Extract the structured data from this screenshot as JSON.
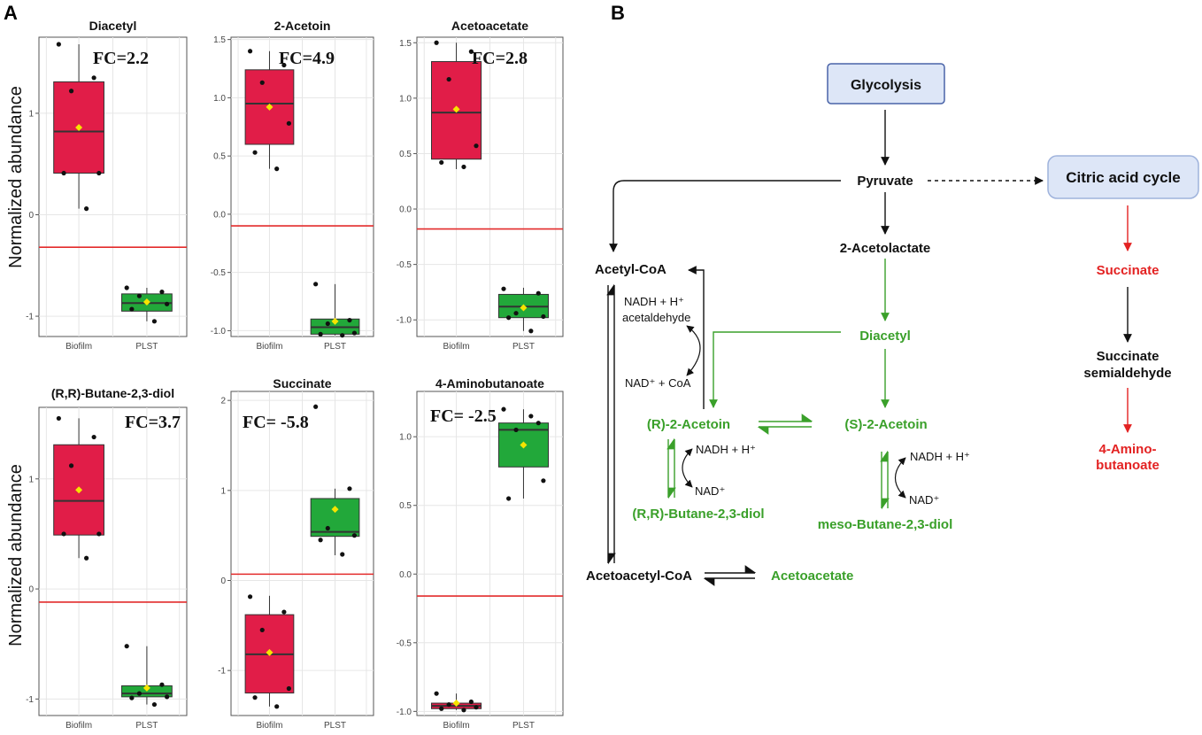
{
  "panel_labels": {
    "a": "A",
    "b": "B"
  },
  "y_axis_label": "Normalized abundance",
  "colors": {
    "biofilm": "#e11d48",
    "plst": "#22a83a",
    "threshold": "#e32b2b",
    "mean": "#f5e400",
    "pathway_black": "#111111",
    "pathway_green": "#3aa02a",
    "pathway_red": "#e32222",
    "box_fill": "#dde6f7",
    "box_stroke": "#4a64a8"
  },
  "chart_data": [
    {
      "type": "box",
      "title": "Diacetyl",
      "fc": "FC=2.2",
      "ylim": [
        -1.2,
        1.75
      ],
      "yticks": [
        -1,
        0,
        1
      ],
      "yticklabels": [
        "-1",
        "0",
        "1"
      ],
      "threshold": -0.32,
      "categories": [
        "Biofilm",
        "PLST"
      ],
      "boxes": [
        {
          "name": "Biofilm",
          "q1": 0.41,
          "median": 0.82,
          "q3": 1.31,
          "whisker_low": 0.06,
          "whisker_high": 1.68,
          "mean": 0.86,
          "points": [
            1.68,
            1.35,
            1.22,
            0.41,
            0.41,
            0.06
          ]
        },
        {
          "name": "PLST",
          "q1": -0.95,
          "median": -0.87,
          "q3": -0.78,
          "whisker_low": -1.05,
          "whisker_high": -0.72,
          "mean": -0.86,
          "points": [
            -0.72,
            -0.76,
            -0.8,
            -0.88,
            -0.93,
            -1.05
          ]
        }
      ]
    },
    {
      "type": "box",
      "title": "2-Acetoin",
      "fc": "FC=4.9",
      "ylim": [
        -1.05,
        1.52
      ],
      "yticks": [
        1.5,
        1.0,
        0.5,
        0.0,
        -0.5,
        -1.0
      ],
      "yticklabels": [
        "1.5",
        "1.0",
        "0.5",
        "0.0",
        "-0.5",
        "-1.0"
      ],
      "threshold": -0.1,
      "categories": [
        "Biofilm",
        "PLST"
      ],
      "boxes": [
        {
          "name": "Biofilm",
          "q1": 0.6,
          "median": 0.95,
          "q3": 1.24,
          "whisker_low": 0.39,
          "whisker_high": 1.4,
          "mean": 0.92,
          "points": [
            1.4,
            1.28,
            1.13,
            0.78,
            0.53,
            0.39
          ]
        },
        {
          "name": "PLST",
          "q1": -1.03,
          "median": -0.97,
          "q3": -0.9,
          "whisker_low": -1.04,
          "whisker_high": -0.6,
          "mean": -0.92,
          "points": [
            -0.6,
            -0.91,
            -0.94,
            -1.02,
            -1.03,
            -1.04
          ]
        }
      ]
    },
    {
      "type": "box",
      "title": "Acetoacetate",
      "fc": "FC=2.8",
      "ylim": [
        -1.15,
        1.55
      ],
      "yticks": [
        1.5,
        1.0,
        0.5,
        0.0,
        -0.5,
        -1.0
      ],
      "yticklabels": [
        "1.5",
        "1.0",
        "0.5",
        "0.0",
        "-0.5",
        "-1.0"
      ],
      "threshold": -0.18,
      "categories": [
        "Biofilm",
        "PLST"
      ],
      "boxes": [
        {
          "name": "Biofilm",
          "q1": 0.45,
          "median": 0.87,
          "q3": 1.33,
          "whisker_low": 0.36,
          "whisker_high": 1.5,
          "mean": 0.9,
          "points": [
            1.5,
            1.42,
            1.17,
            0.57,
            0.42,
            0.38
          ]
        },
        {
          "name": "PLST",
          "q1": -0.98,
          "median": -0.88,
          "q3": -0.77,
          "whisker_low": -1.1,
          "whisker_high": -0.71,
          "mean": -0.89,
          "points": [
            -0.72,
            -0.76,
            -0.94,
            -0.97,
            -0.98,
            -1.1
          ]
        }
      ]
    },
    {
      "type": "box",
      "title": "(R,R)-Butane-2,3-diol",
      "fc": "FC=3.7",
      "ylim": [
        -1.15,
        1.65
      ],
      "yticks": [
        -1,
        0,
        1
      ],
      "yticklabels": [
        "-1",
        "0",
        "1"
      ],
      "threshold": -0.12,
      "categories": [
        "Biofilm",
        "PLST"
      ],
      "boxes": [
        {
          "name": "Biofilm",
          "q1": 0.49,
          "median": 0.8,
          "q3": 1.31,
          "whisker_low": 0.28,
          "whisker_high": 1.55,
          "mean": 0.9,
          "points": [
            1.55,
            1.38,
            1.12,
            0.5,
            0.5,
            0.28
          ]
        },
        {
          "name": "PLST",
          "q1": -0.98,
          "median": -0.95,
          "q3": -0.88,
          "whisker_low": -1.05,
          "whisker_high": -0.52,
          "mean": -0.9,
          "points": [
            -0.52,
            -0.87,
            -0.95,
            -0.98,
            -0.99,
            -1.05
          ]
        }
      ]
    },
    {
      "type": "box",
      "title": "Succinate",
      "fc": "FC= -5.8",
      "ylim": [
        -1.5,
        2.1
      ],
      "yticks": [
        2,
        1,
        0,
        -1
      ],
      "yticklabels": [
        "2",
        "1",
        "0",
        "-1"
      ],
      "threshold": 0.07,
      "categories": [
        "Biofilm",
        "PLST"
      ],
      "boxes": [
        {
          "name": "Biofilm",
          "q1": -1.25,
          "median": -0.82,
          "q3": -0.38,
          "whisker_low": -1.4,
          "whisker_high": -0.17,
          "mean": -0.8,
          "points": [
            -0.18,
            -0.35,
            -0.55,
            -1.2,
            -1.3,
            -1.4
          ]
        },
        {
          "name": "PLST",
          "q1": 0.49,
          "median": 0.54,
          "q3": 0.91,
          "whisker_low": 0.28,
          "whisker_high": 1.02,
          "mean": 0.79,
          "points": [
            1.93,
            1.02,
            0.58,
            0.5,
            0.45,
            0.29
          ]
        }
      ]
    },
    {
      "type": "box",
      "title": "4-Aminobutanoate",
      "fc": "FC= -2.5",
      "ylim": [
        -1.03,
        1.33
      ],
      "yticks": [
        1.0,
        0.5,
        0.0,
        -0.5,
        -1.0
      ],
      "yticklabels": [
        "1.0",
        "0.5",
        "0.0",
        "-0.5",
        "-1.0"
      ],
      "threshold": -0.16,
      "categories": [
        "Biofilm",
        "PLST"
      ],
      "boxes": [
        {
          "name": "Biofilm",
          "q1": -0.98,
          "median": -0.96,
          "q3": -0.94,
          "whisker_low": -0.99,
          "whisker_high": -0.87,
          "mean": -0.94,
          "points": [
            -0.87,
            -0.93,
            -0.95,
            -0.97,
            -0.98,
            -0.99
          ]
        },
        {
          "name": "PLST",
          "q1": 0.78,
          "median": 1.05,
          "q3": 1.1,
          "whisker_low": 0.55,
          "whisker_high": 1.2,
          "mean": 0.94,
          "points": [
            1.2,
            1.1,
            1.05,
            0.68,
            0.55,
            1.15
          ]
        }
      ]
    }
  ],
  "pathway": {
    "glycolysis": "Glycolysis",
    "citric_acid_cycle": "Citric acid cycle",
    "pyruvate": "Pyruvate",
    "acetolactate": "2-Acetolactate",
    "acetyl_coa": "Acetyl-CoA",
    "nadh_h": "NADH + H⁺",
    "acetaldehyde": "acetaldehyde",
    "nad_coa": "NAD⁺ + CoA",
    "diacetyl": "Diacetyl",
    "r_acetoin": "(R)-2-Acetoin",
    "s_acetoin": "(S)-2-Acetoin",
    "nadh_h_2": "NADH + H⁺",
    "nad_2": "NAD⁺",
    "rr_butanediol": "(R,R)-Butane-2,3-diol",
    "nadh_h_3": "NADH + H⁺",
    "nad_3": "NAD⁺",
    "meso_butanediol": "meso-Butane-2,3-diol",
    "acetoacetyl_coa": "Acetoacetyl-CoA",
    "acetoacetate": "Acetoacetate",
    "succinate": "Succinate",
    "succinate_semialdehyde_1": "Succinate",
    "succinate_semialdehyde_2": "semialdehyde",
    "aminobutanoate_1": "4-Amino-",
    "aminobutanoate_2": "butanoate"
  }
}
